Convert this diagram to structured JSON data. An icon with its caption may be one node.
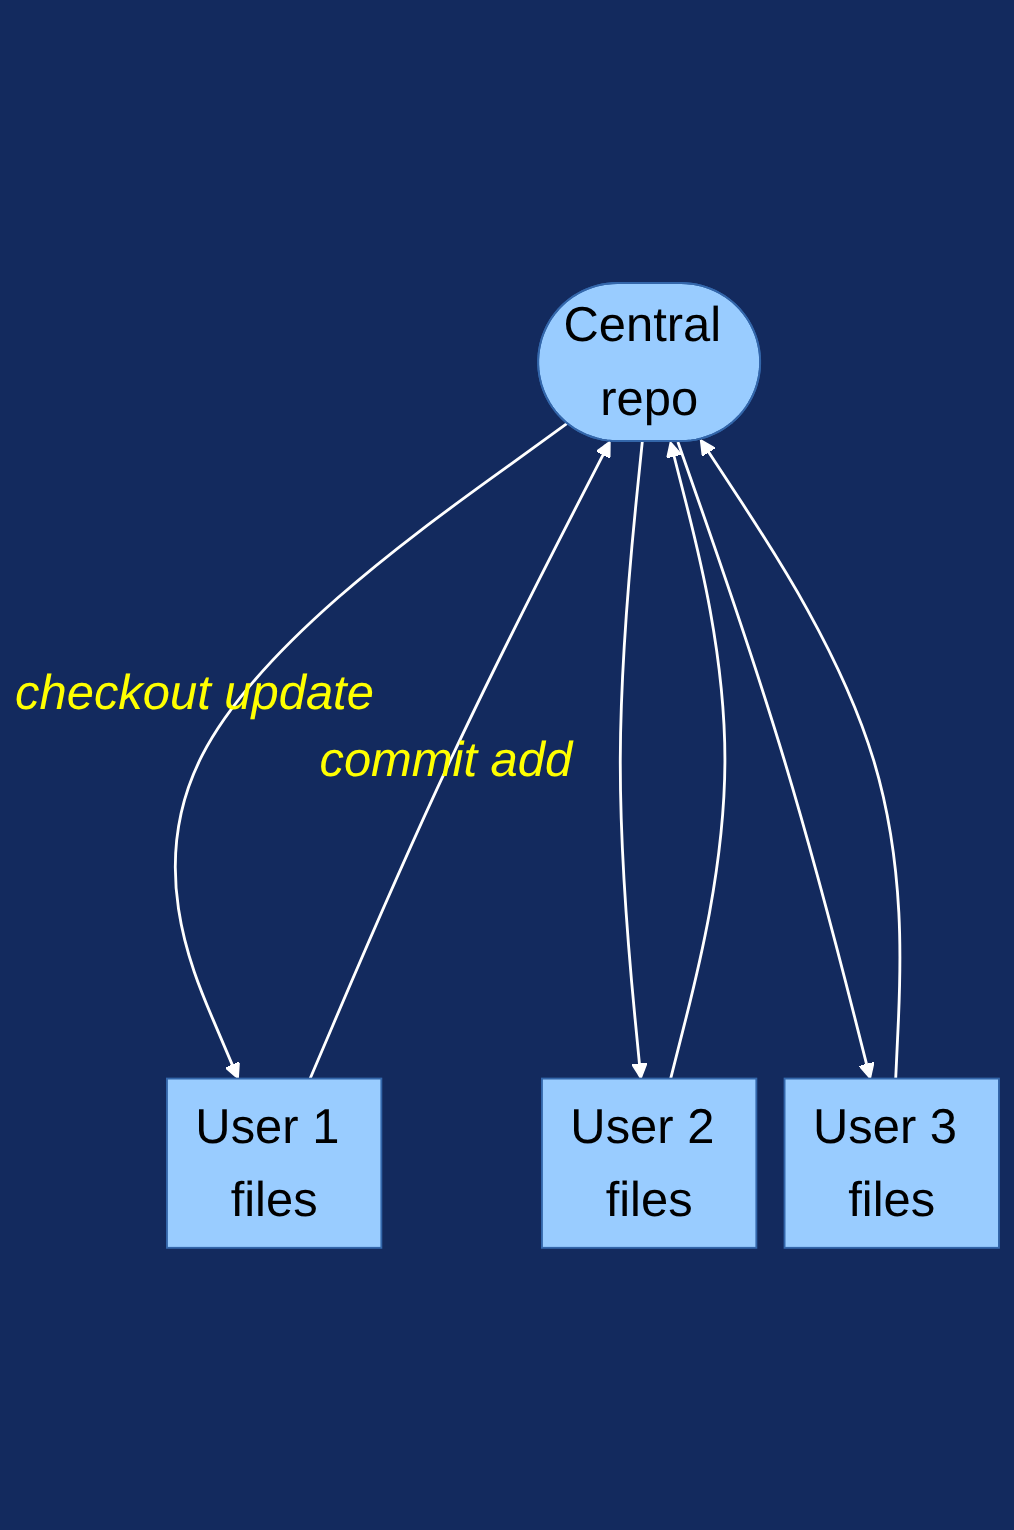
{
  "diagram": {
    "nodes": [
      {
        "text": [
          "Central repo"
        ]
      },
      {
        "text": [
          "User 1 files"
        ]
      },
      {
        "text": [
          "User 2 files"
        ]
      },
      {
        "text": [
          "User 3 files"
        ]
      }
    ],
    "edges": [
      {
        "from": 0,
        "to": 1,
        "arrow": "to",
        "label": "checkout update"
      },
      {
        "from": 1,
        "to": 0,
        "arrow": "to",
        "label": "commit add"
      },
      {
        "from": 0,
        "to": 2,
        "arrow": "to"
      },
      {
        "from": 2,
        "to": 0,
        "arrow": "to"
      },
      {
        "from": 0,
        "to": 3,
        "arrow": "to"
      },
      {
        "from": 3,
        "to": 0,
        "arrow": "to"
      }
    ]
  }
}
